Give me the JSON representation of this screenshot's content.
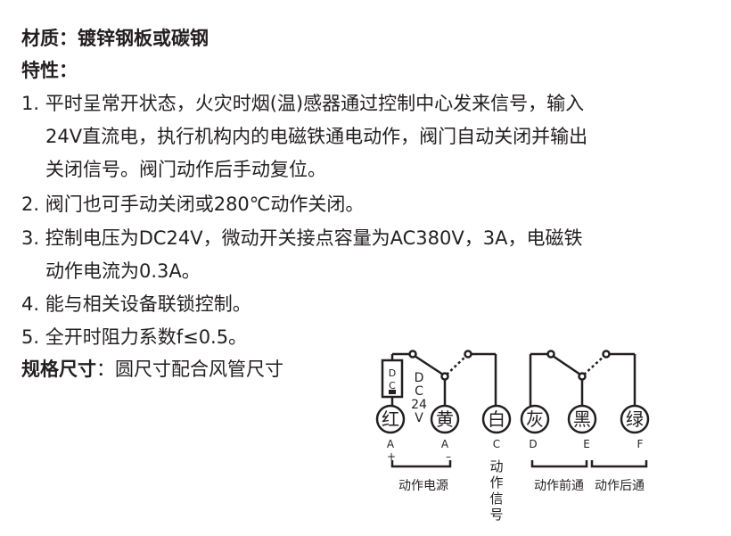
{
  "material": "材质：镀锌钢板或碳钢",
  "features_title": "特性：",
  "lines": [
    "1. 平时呈常开状态，火灾时烟(温)感器通过控制中心发来信号，输入",
    "24V直流电，执行机构内的电磁铁通电动作，阀门自动关闭并输出",
    "关闭信号。阀门动作后手动复位。",
    "2. 阀门也可手动关闭或280℃动作关闭。",
    "3. 控制电压为DC24V，微动开关接点容量为AC380V，3A，电磁铁",
    "动作电流为0.3A。",
    "4. 能与相关设备联锁控制。",
    "5. 全开时阻力系数f≤0.5。"
  ],
  "spec_label": "规格尺寸",
  "spec_value": "：圆尺寸配合风管尺寸",
  "diagram": {
    "dc_box": [
      "D",
      "C"
    ],
    "voltage": [
      "D",
      "C",
      "24",
      "V"
    ],
    "terminals": [
      {
        "color": "红",
        "letter": "A",
        "sign": "+"
      },
      {
        "color": "黄",
        "letter": "A",
        "sign": "–"
      },
      {
        "color": "白",
        "letter": "C"
      },
      {
        "color": "灰",
        "letter": "D"
      },
      {
        "color": "黑",
        "letter": "E"
      },
      {
        "color": "绿",
        "letter": "F"
      }
    ],
    "power_label": "动作电源",
    "signal_label": [
      "动",
      "作",
      "信",
      "号"
    ],
    "front_label": "动作前通",
    "back_label": "动作后通"
  }
}
